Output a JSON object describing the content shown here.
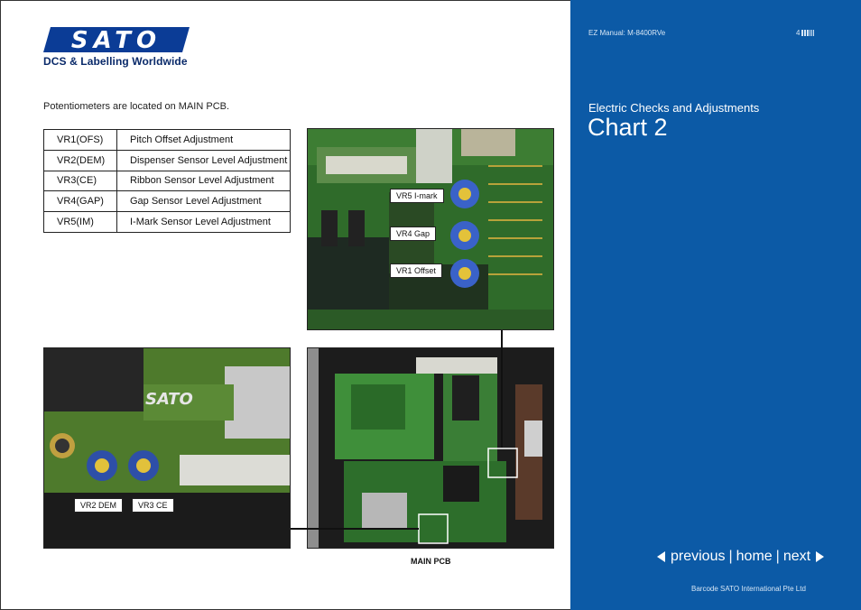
{
  "brand": {
    "logo_text": "SATO",
    "tagline": "DCS & Labelling Worldwide"
  },
  "intro_text": "Potentiometers are located on MAIN PCB.",
  "potentiometers": [
    {
      "code": "VR1(OFS)",
      "description": "Pitch Offset Adjustment"
    },
    {
      "code": "VR2(DEM)",
      "description": "Dispenser Sensor Level Adjustment"
    },
    {
      "code": "VR3(CE)",
      "description": "Ribbon Sensor Level Adjustment"
    },
    {
      "code": "VR4(GAP)",
      "description": "Gap Sensor Level Adjustment"
    },
    {
      "code": "VR5(IM)",
      "description": "I-Mark Sensor Level Adjustment"
    }
  ],
  "photo_labels": {
    "top_photo": [
      "VR5 I-mark",
      "VR4 Gap",
      "VR1 Offset"
    ],
    "left_photo": [
      "VR2 DEM",
      "VR3 CE"
    ]
  },
  "pcb_caption": "MAIN PCB",
  "sidebar": {
    "manual_ref": "EZ Manual: M-8400RVe",
    "page_number": "4",
    "section_subtitle": "Electric Checks and Adjustments",
    "section_title": "Chart 2",
    "nav": {
      "previous": "previous",
      "home": "home",
      "next": "next",
      "separator": "|"
    },
    "company": "Barcode SATO International Pte Ltd",
    "background_color": "#0c5aa6"
  }
}
